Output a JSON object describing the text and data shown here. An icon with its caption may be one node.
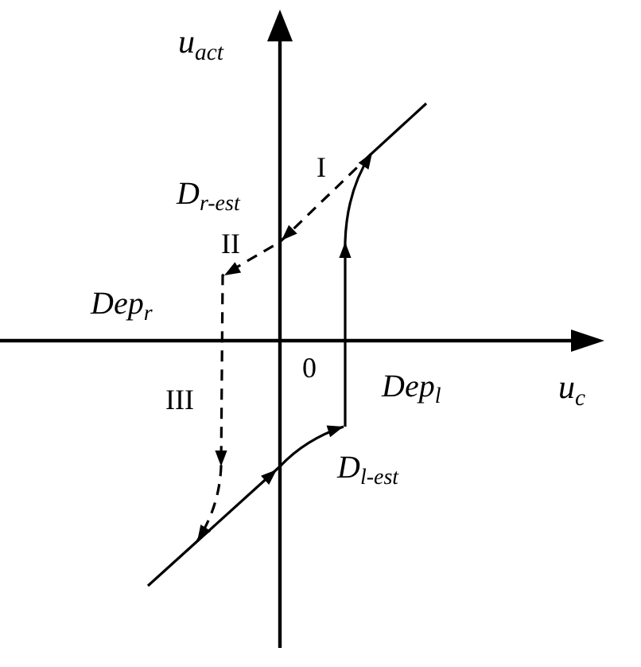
{
  "diagram": {
    "labels": [
      "u$_{act}$",
      "I",
      "D$_{r-est}$",
      "II",
      "Dep$_{r}$",
      "0",
      "III",
      "Dep$_{l}$",
      "u$_{c}$",
      "D$_{l-est}$"
    ]
  }
}
